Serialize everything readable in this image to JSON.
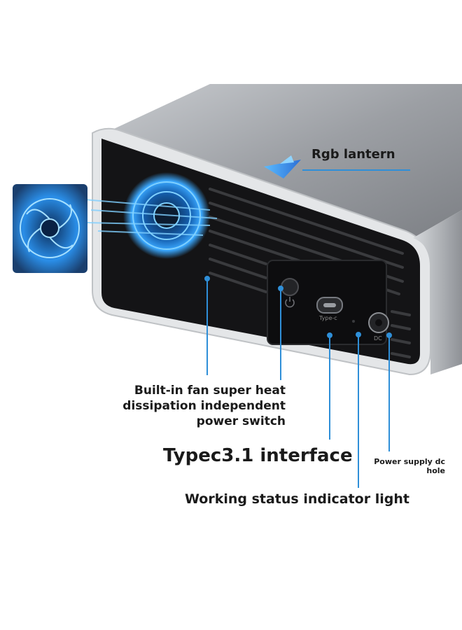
{
  "callouts": {
    "rgb_lantern": "Rgb lantern",
    "fan_switch": [
      "Built-in fan super heat",
      "dissipation independent",
      "power switch"
    ],
    "typec": "Typec3.1 interface",
    "status_light": "Working status indicator light",
    "dc_hole": [
      "Power supply dc",
      "hole"
    ]
  },
  "port_markings": {
    "typec": "Type-c",
    "dc": "DC"
  },
  "icons": [
    "power-icon",
    "fan-icon",
    "rgb-light-icon"
  ],
  "colors": {
    "callout_line": "#2f8fd8",
    "fan_glow": "#3aa8ff",
    "housing": "#a4a7ab",
    "panel": "#141416"
  }
}
